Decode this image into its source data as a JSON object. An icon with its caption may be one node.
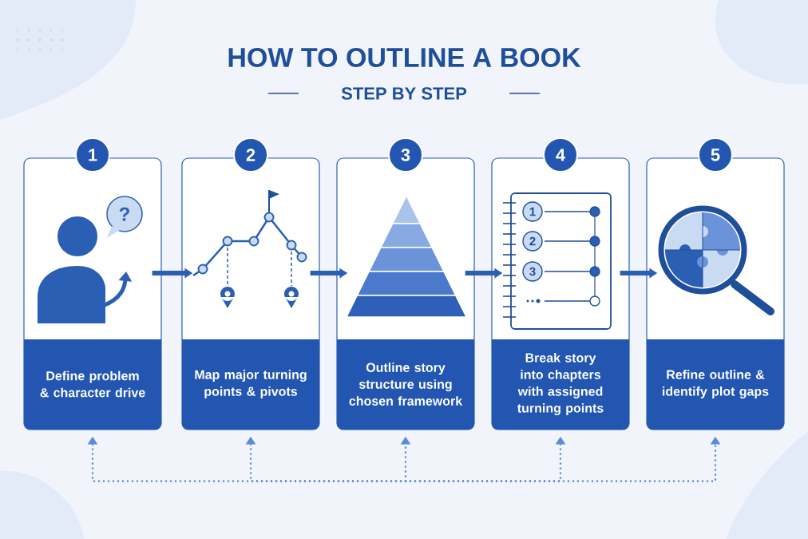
{
  "diagram": {
    "title": "HOW TO OUTLINE A BOOK",
    "nodes": [
      {
        "text": [
          "1",
          "Define problem & character drive"
        ]
      },
      {
        "text": [
          "2",
          "Map major turning points & pivots"
        ]
      },
      {
        "text": [
          "3",
          "Outline story structure using chosen framework"
        ]
      },
      {
        "text": [
          "4",
          "Break story into chapters with assigned turning points"
        ]
      },
      {
        "text": [
          "5",
          "Refine outline & identify plot gaps"
        ]
      }
    ],
    "edges": [
      {
        "from": 0,
        "to": 1,
        "arrow": "to",
        "style": "thick"
      },
      {
        "from": 1,
        "to": 2,
        "arrow": "to",
        "style": "thick"
      },
      {
        "from": 2,
        "to": 3,
        "arrow": "to",
        "style": "thick"
      },
      {
        "from": 3,
        "to": 4,
        "arrow": "to",
        "style": "thick"
      },
      {
        "from": null,
        "to": 0,
        "arrow": "to",
        "style": "dashed",
        "color": "#5b8ed6"
      },
      {
        "from": null,
        "to": 1,
        "arrow": "to",
        "style": "dashed",
        "color": "#5b8ed6"
      },
      {
        "from": null,
        "to": 2,
        "arrow": "to",
        "style": "dashed",
        "color": "#5b8ed6"
      },
      {
        "from": null,
        "to": 3,
        "arrow": "to",
        "style": "dashed",
        "color": "#5b8ed6"
      },
      {
        "from": null,
        "to": 4,
        "arrow": "to",
        "style": "dashed",
        "color": "#5b8ed6"
      }
    ],
    "labels": [
      "STEP BY STEP",
      "?",
      "1",
      "2",
      "3"
    ]
  }
}
